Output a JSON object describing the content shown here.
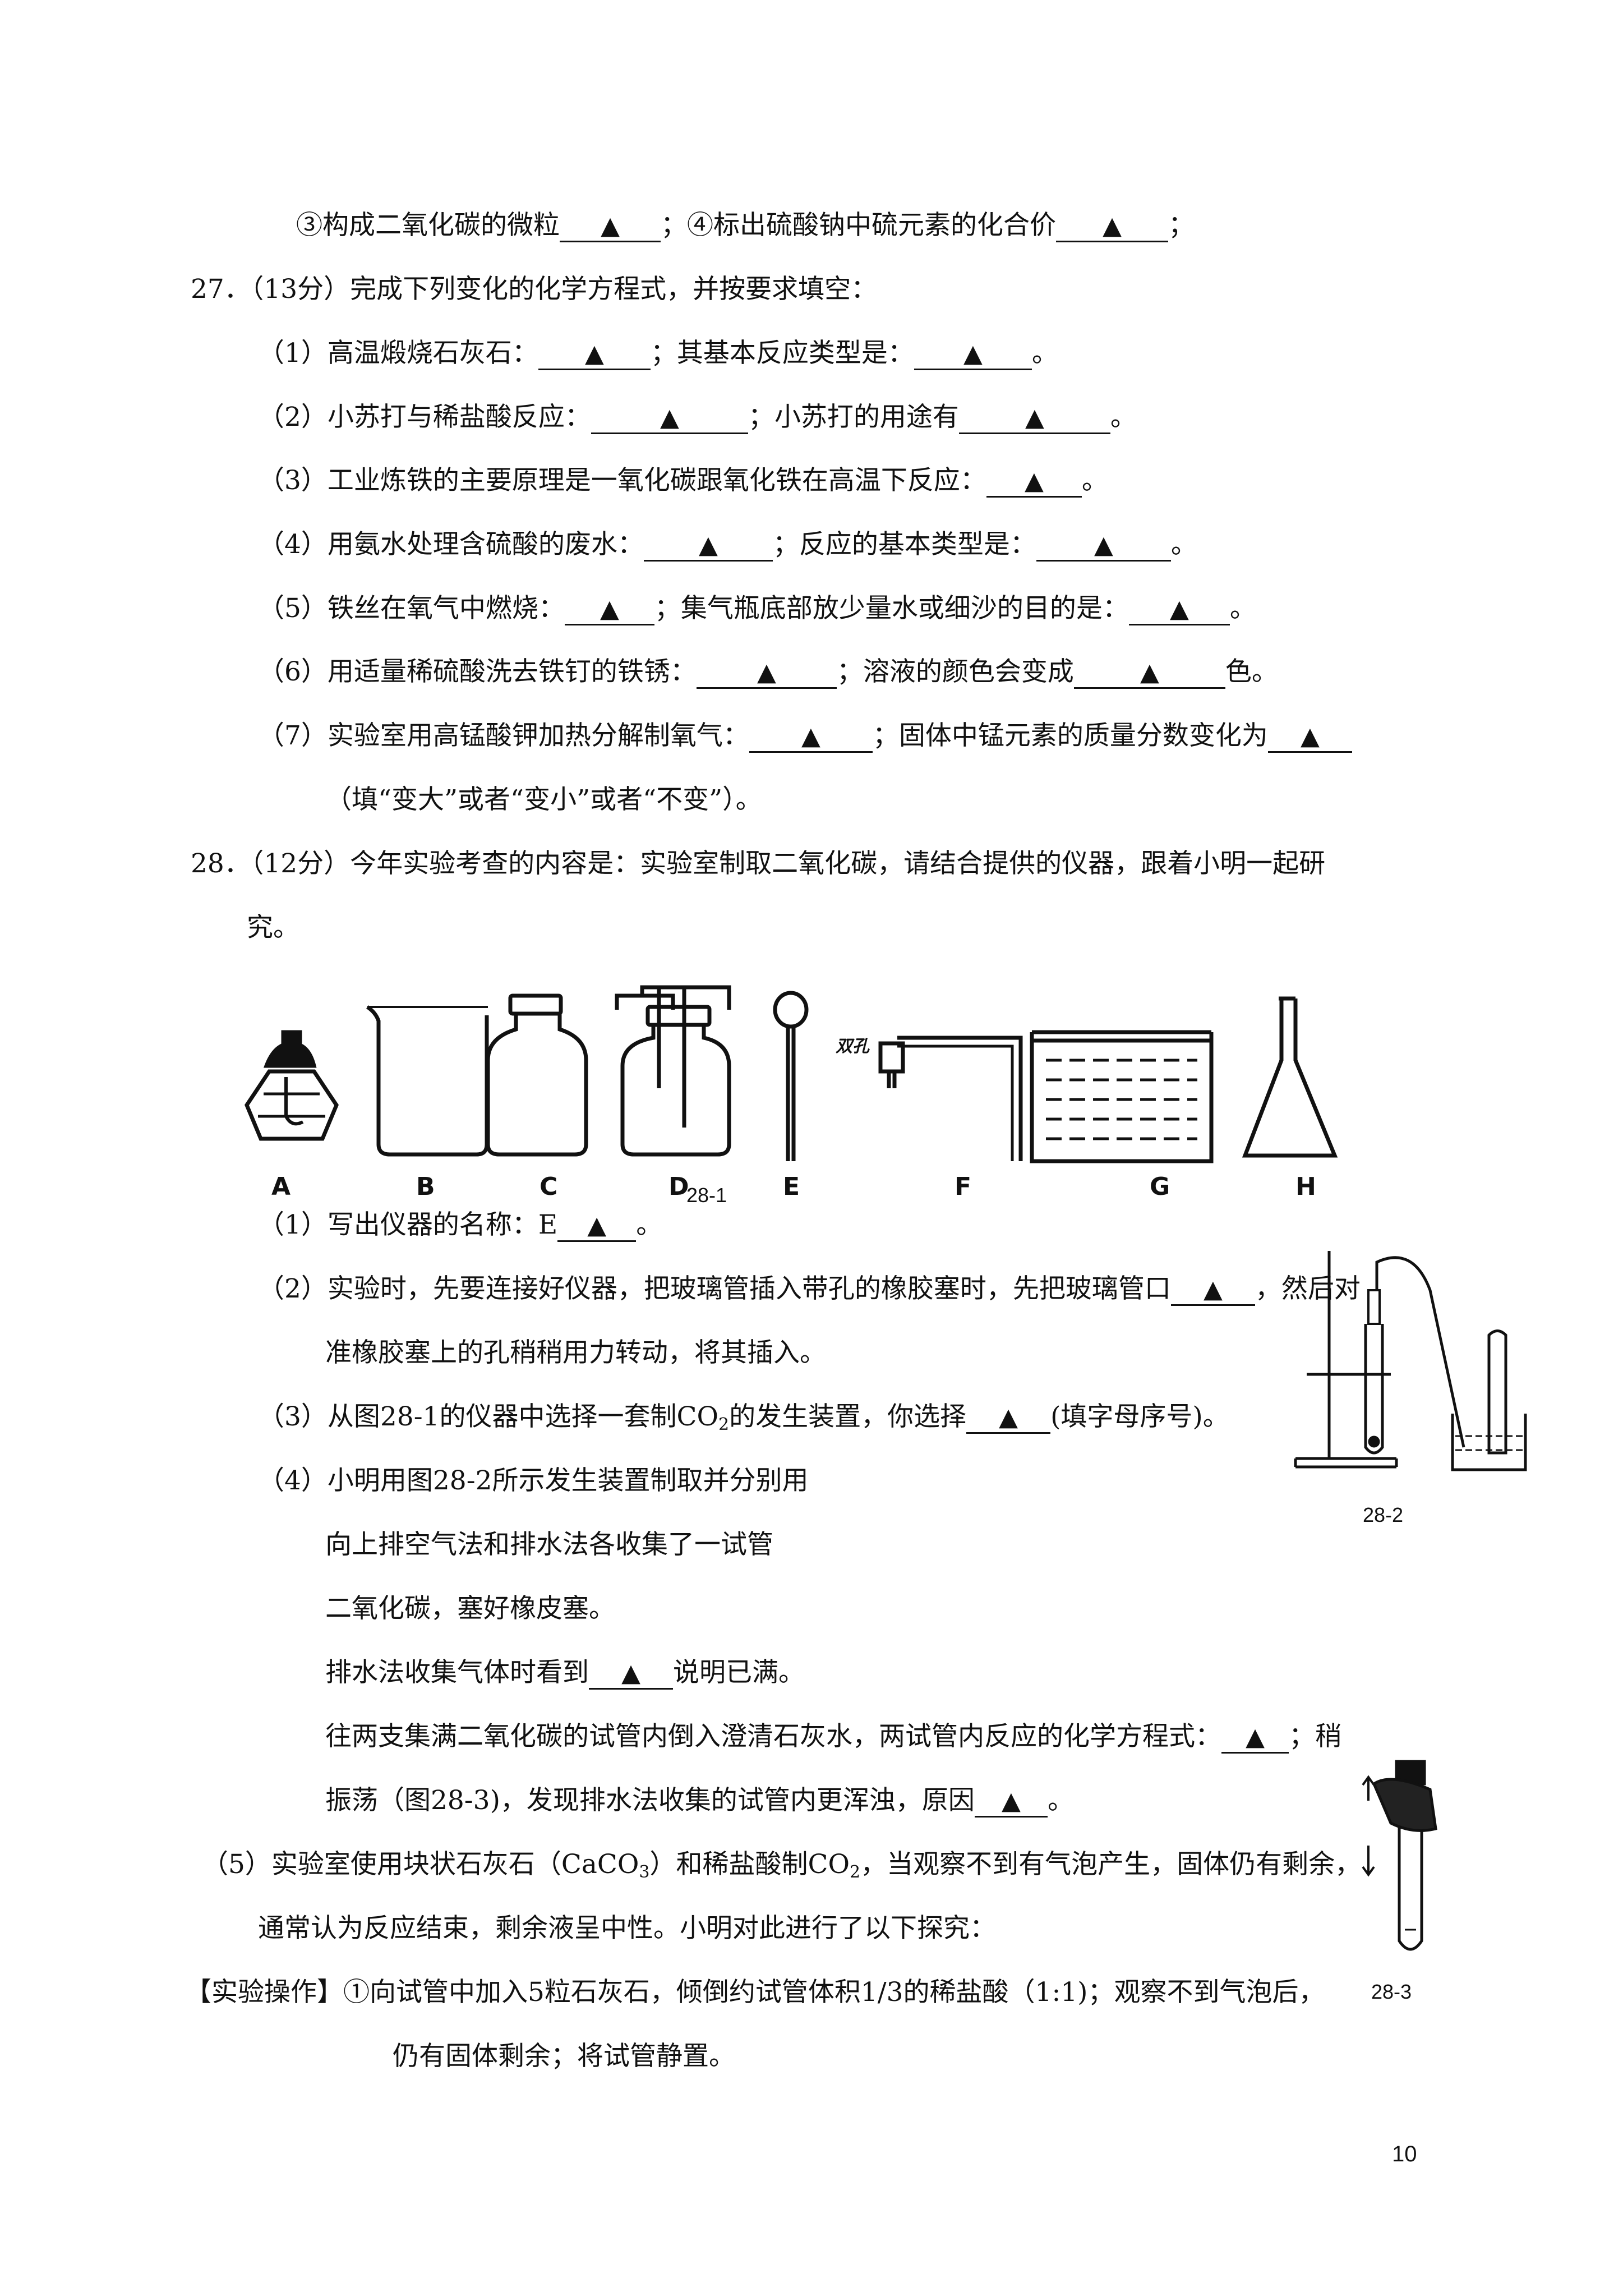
{
  "triangle": "▲",
  "q26_line": {
    "a": "③构成二氧化碳的微粒",
    "b": "；④标出硫酸钠中硫元素的化合价",
    "c": "；"
  },
  "q27": {
    "header": "27．（13分）完成下列变化的化学方程式，并按要求填空：",
    "l1": {
      "a": "（1）高温煅烧石灰石：",
      "b": "；其基本反应类型是：",
      "c": "。"
    },
    "l2": {
      "a": "（2）小苏打与稀盐酸反应：",
      "b": "；小苏打的用途有",
      "c": "。"
    },
    "l3": {
      "a": "（3）工业炼铁的主要原理是一氧化碳跟氧化铁在高温下反应：",
      "c": "。"
    },
    "l4": {
      "a": "（4）用氨水处理含硫酸的废水：",
      "b": "；反应的基本类型是：",
      "c": "。"
    },
    "l5": {
      "a": "（5）铁丝在氧气中燃烧：",
      "b": "；集气瓶底部放少量水或细沙的目的是：",
      "c": "。"
    },
    "l6": {
      "a": "（6）用适量稀硫酸洗去铁钉的铁锈：",
      "b": "；溶液的颜色会变成",
      "c": "色。"
    },
    "l7": {
      "a": "（7）实验室用高锰酸钾加热分解制氧气：",
      "b": "；固体中锰元素的质量分数变化为"
    },
    "l7b": "（填“变大”或者“变小”或者“不变”）。"
  },
  "q28": {
    "header1": "28．（12分）今年实验考查的内容是：实验室制取二氧化碳，请结合提供的仪器，跟着小明一起研",
    "header2": "究。",
    "apparatus_labels": [
      "A",
      "B",
      "C",
      "D",
      "E",
      "F",
      "G",
      "H"
    ],
    "f_text": "双孔",
    "fig1_caption": "28-1",
    "fig2_caption": "28-2",
    "fig3_caption": "28-3",
    "p1": {
      "a": "（1）写出仪器的名称：E",
      "c": "。"
    },
    "p2": {
      "a": "（2）实验时，先要连接好仪器，把玻璃管插入带孔的橡胶塞时，先把玻璃管口",
      "c": "，然后对"
    },
    "p2b": "准橡胶塞上的孔稍稍用力转动，将其插入。",
    "p3": {
      "a": "（3）从图28-1的仪器中选择一套制CO",
      "sub": "2",
      "b": "的发生装置，你选择",
      "c": "(填字母序号)。"
    },
    "p4_1": "（4）小明用图28-2所示发生装置制取并分别用",
    "p4_2": "向上排空气法和排水法各收集了一试管",
    "p4_3": "二氧化碳，塞好橡皮塞。",
    "p4_4": {
      "a": "排水法收集气体时看到",
      "c": "说明已满。"
    },
    "p4_5": {
      "a": "往两支集满二氧化碳的试管内倒入澄清石灰水，两试管内反应的化学方程式：",
      "c": "；稍"
    },
    "p4_6": {
      "a": "振荡（图28-3)，发现排水法收集的试管内更浑浊，原因",
      "c": "。"
    },
    "p5_1": {
      "a": "（5）实验室使用块状石灰石（CaCO",
      "sub": "3",
      "b": "）和稀盐酸制CO",
      "sub2": "2",
      "c": "，当观察不到有气泡产生，固体仍有剩余，"
    },
    "p5_2": "通常认为反应结束，剩余液呈中性。小明对此进行了以下探究：",
    "p5_3": "【实验操作】①向试管中加入5粒石灰石，倾倒约试管体积1/3的稀盐酸（1:1)；观察不到气泡后，",
    "p5_4": "仍有固体剩余；将试管静置。"
  },
  "page_number": "10"
}
